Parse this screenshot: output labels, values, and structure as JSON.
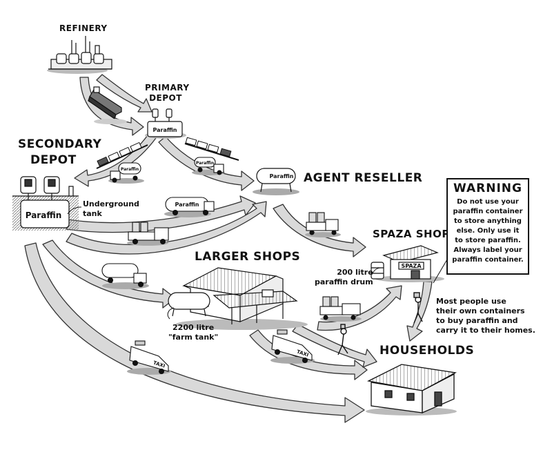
{
  "labels": {
    "refinery": "REFINERY",
    "primary_depot": [
      "PRIMARY",
      "DEPOT"
    ],
    "secondary_depot": [
      "SECONDARY",
      "DEPOT"
    ],
    "agent_reseller": "AGENT RESELLER",
    "spaza_shops": "SPAZA SHOPS",
    "larger_shops": "LARGER SHOPS",
    "households": "HOUSEHOLDS"
  },
  "tank_labels": {
    "primary_tank": "Paraffin",
    "secondary_tank": "Paraffin",
    "agent_tank": "Paraffin",
    "truck_1": "Paraffin",
    "truck_2": "Paraffin",
    "truck_3": "Paraffin",
    "spaza_sign": "SPAZA",
    "taxi_sign_1": "TAXI",
    "taxi_sign_2": "TAXI"
  },
  "annotations": {
    "underground_tank": [
      "Underground",
      "tank"
    ],
    "drum": [
      "200 litre",
      "paraffin drum"
    ],
    "farm_tank": [
      "2200 litre",
      "\"farm tank\""
    ],
    "households_note": [
      "Most people use",
      "their own containers",
      "to buy paraffin and",
      "carry it to their homes."
    ]
  },
  "warning": {
    "title": "WARNING",
    "lines": [
      "Do not use your",
      "paraffin container",
      "to store anything",
      "else. Only use it",
      "to store paraffin.",
      "Always label your",
      "paraffin container."
    ]
  },
  "colors": {
    "arrow_fill": "#d9d9d9",
    "arrow_stroke": "#333333",
    "ink": "#111111",
    "shadow": "#9a9a9a"
  }
}
